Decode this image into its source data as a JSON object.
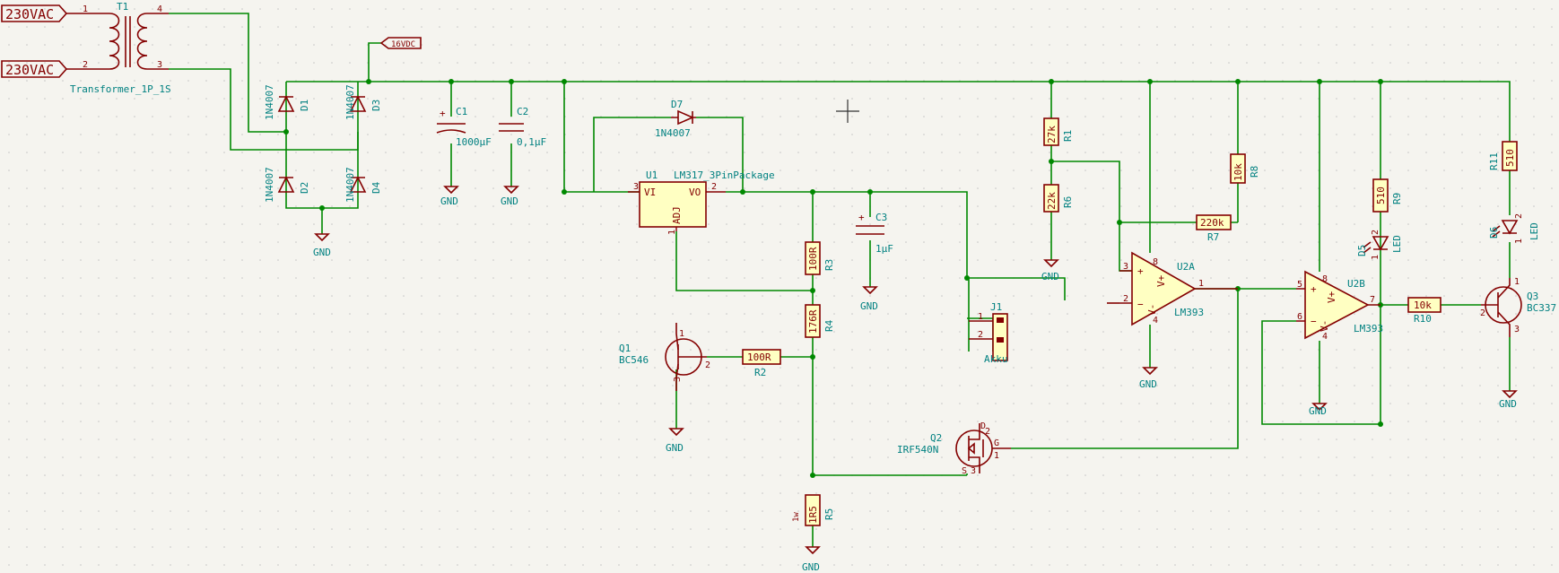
{
  "labels": {
    "in1": "230VAC",
    "in2": "230VAC",
    "out16": "16VDC"
  },
  "symbols": {
    "T1": {
      "ref": "T1",
      "value": "Transformer_1P_1S",
      "pins": [
        "1",
        "2",
        "4",
        "3"
      ]
    },
    "D1": {
      "ref": "D1",
      "value": "1N4007"
    },
    "D2": {
      "ref": "D2",
      "value": "1N4007"
    },
    "D3": {
      "ref": "D3",
      "value": "1N4007"
    },
    "D4": {
      "ref": "D4",
      "value": "1N4007"
    },
    "D7": {
      "ref": "D7",
      "value": "1N4007"
    },
    "C1": {
      "ref": "C1",
      "value": "1000µF"
    },
    "C2": {
      "ref": "C2",
      "value": "0,1µF"
    },
    "C3": {
      "ref": "C3",
      "value": "1µF"
    },
    "U1": {
      "ref": "U1",
      "value": "LM317_3PinPackage",
      "vi": "VI",
      "vo": "VO",
      "adj": "ADJ",
      "pin_vi": "3",
      "pin_vo": "2",
      "pin_adj": "1"
    },
    "R1": {
      "ref": "R1",
      "value": "27k"
    },
    "R2": {
      "ref": "R2",
      "value": "100R"
    },
    "R3": {
      "ref": "R3",
      "value": "100R"
    },
    "R4": {
      "ref": "R4",
      "value": "176R"
    },
    "R5": {
      "ref": "R5",
      "value": "1R5",
      "note": "1w"
    },
    "R6": {
      "ref": "R6",
      "value": "22k"
    },
    "R7": {
      "ref": "R7",
      "value": "220k"
    },
    "R8": {
      "ref": "R8",
      "value": "10k"
    },
    "R9": {
      "ref": "R9",
      "value": "510"
    },
    "R10": {
      "ref": "R10",
      "value": "10k"
    },
    "R11": {
      "ref": "R11",
      "value": "510"
    },
    "Q1": {
      "ref": "Q1",
      "value": "BC546",
      "pins": [
        "1",
        "2",
        "3"
      ]
    },
    "Q2": {
      "ref": "Q2",
      "value": "IRF540N",
      "pin_d": "D",
      "pin_g": "G",
      "pin_s": "S",
      "pins": [
        "2",
        "1",
        "3"
      ]
    },
    "Q3": {
      "ref": "Q3",
      "value": "BC337",
      "pins": [
        "1",
        "2",
        "3"
      ]
    },
    "J1": {
      "ref": "J1",
      "value": "Akku",
      "pins": [
        "1",
        "2"
      ]
    },
    "U2A": {
      "ref": "U2A",
      "value": "LM393",
      "pins": [
        "3",
        "2",
        "1",
        "8",
        "4"
      ],
      "vplus": "V+",
      "vminus": "V-"
    },
    "U2B": {
      "ref": "U2B",
      "value": "LM393",
      "pins": [
        "5",
        "6",
        "7",
        "8",
        "4"
      ],
      "vplus": "V+",
      "vminus": "V-"
    },
    "D5": {
      "ref": "D5",
      "value": "LED",
      "pins": [
        "2",
        "1"
      ]
    },
    "D6": {
      "ref": "D6",
      "value": "LED",
      "pins": [
        "2",
        "1"
      ]
    }
  },
  "power": {
    "gnd": "GND"
  }
}
